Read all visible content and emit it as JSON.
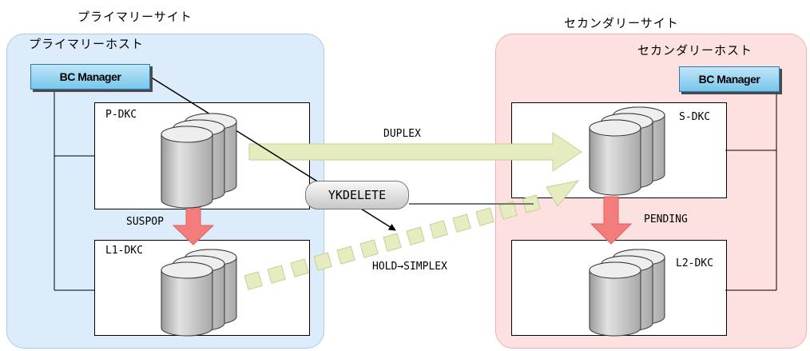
{
  "primary_site": {
    "title": "プライマリーサイト",
    "host_label": "プライマリーホスト",
    "manager_label": "BC Manager",
    "dkc_p": "P-DKC",
    "dkc_l1": "L1-DKC",
    "suspend_label": "SUSPOP"
  },
  "secondary_site": {
    "title": "セカンダリーサイト",
    "host_label": "セカンダリーホスト",
    "manager_label": "BC Manager",
    "dkc_s": "S-DKC",
    "dkc_l2": "L2-DKC",
    "pending_label": "PENDING"
  },
  "links": {
    "duplex_label": "DUPLEX",
    "hold_label": "HOLD→SIMPLEX",
    "command_label": "YKDELETE"
  },
  "colors": {
    "primary_site_bg": "#dcecfa",
    "secondary_site_bg": "#fde0e0",
    "copy_arrow": "#e6ecc0",
    "suspend_arrow": "#f47c7c",
    "manager_button": "#78c6ea"
  }
}
